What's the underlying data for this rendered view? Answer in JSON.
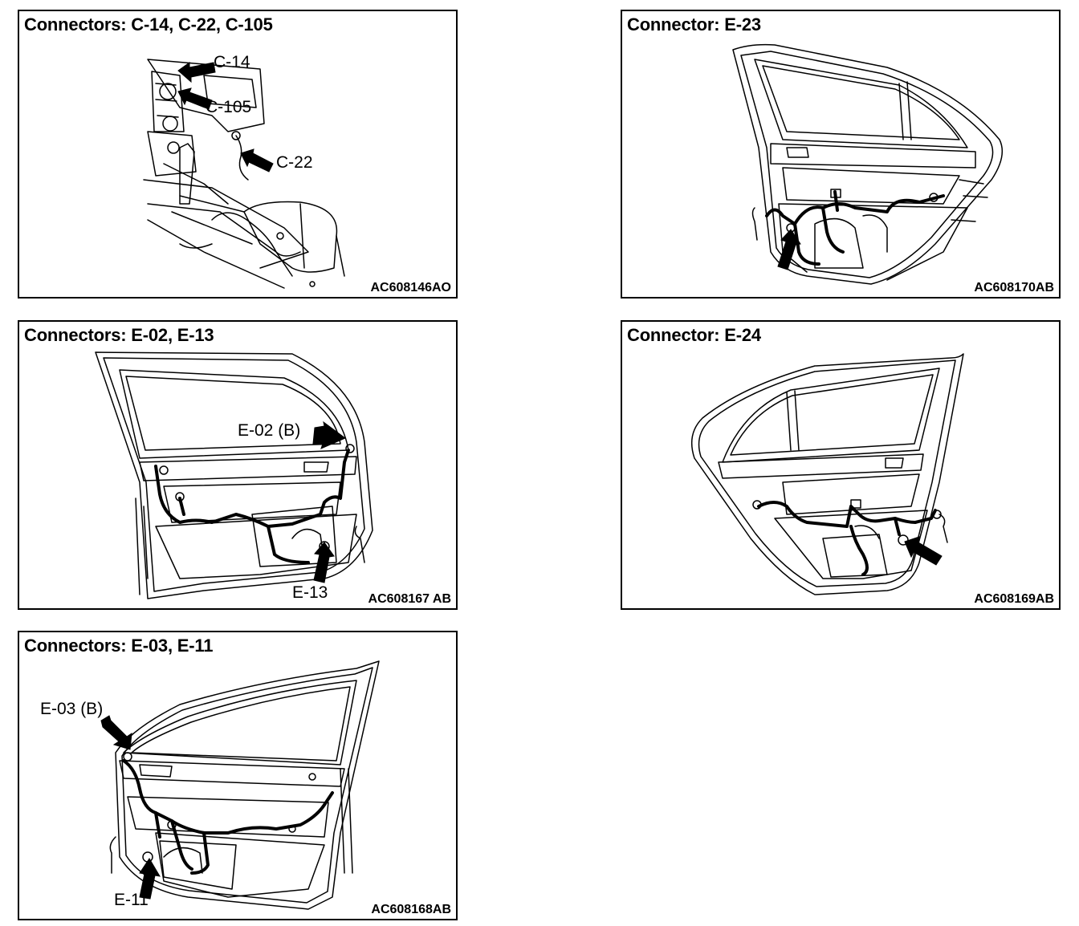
{
  "panels": {
    "c14": {
      "title": "Connectors: C-14, C-22, C-105",
      "code": "AC608146AO",
      "labels": {
        "c14": "C-14",
        "c105": "C-105",
        "c22": "C-22"
      }
    },
    "e23": {
      "title": "Connector: E-23",
      "code": "AC608170AB"
    },
    "e02": {
      "title": "Connectors: E-02, E-13",
      "code": "AC608167 AB",
      "labels": {
        "e02": "E-02 (B)",
        "e13": "E-13"
      }
    },
    "e24": {
      "title": "Connector: E-24",
      "code": "AC608169AB"
    },
    "e03": {
      "title": "Connectors: E-03, E-11",
      "code": "AC608168AB",
      "labels": {
        "e03": "E-03 (B)",
        "e11": "E-11"
      }
    }
  }
}
